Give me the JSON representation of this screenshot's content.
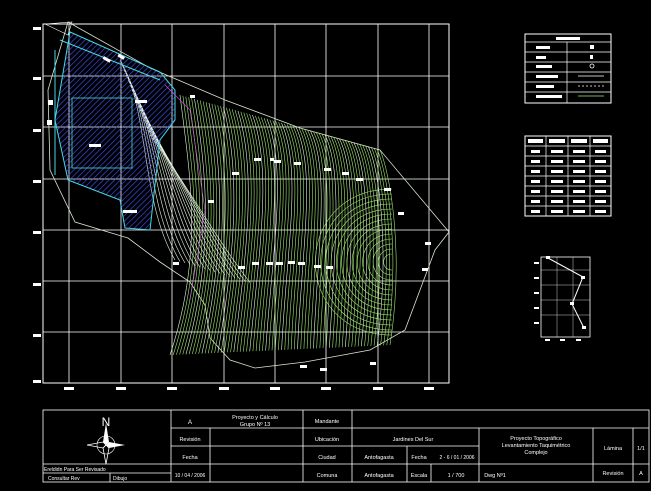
{
  "title_block": {
    "revision_letter": "A",
    "project_line1": "Proyecto y Cálculo",
    "project_line2": "Grupo Nº 13",
    "mandante_label": "Mandante",
    "revision_label": "Revisión",
    "ubicacion_label": "Ubicación",
    "location_name": "Jardines Del Sur",
    "fecha_label": "Fecha",
    "ciudad_label": "Ciudad",
    "ciudad_value": "Antofagasta",
    "fecha_label2": "Fecha",
    "fecha_value": "2 - 6 / 01 / 2006",
    "date_left": "10 / 04 / 2006",
    "comuna_label": "Comuna",
    "comuna_value": "Antofagasta",
    "escala_label": "Escala",
    "escala_value": "1 / 700",
    "dwg_label": "Dwg Nº1",
    "desc_line1": "Proyecto Topográfico",
    "desc_line2": "Levantamiento Taquimétrico",
    "desc_line3": "Complejo",
    "lamina_label": "Lámina",
    "lamina_value": "1/1",
    "revision_label2": "Revisión",
    "revision_value2": "A",
    "signer1": "Ereldidn Para Ser Revisado",
    "signer2": "Consultar Rev",
    "dibujo_label": "Dibujo",
    "north_letter": "N"
  },
  "colors": {
    "background": "#000000",
    "grid": "#ffffff",
    "contour_green": "#9fe870",
    "contour_white": "#e6f5e0",
    "hatch_blue": "#2f3fd8",
    "boundary_cyan": "#46d7e8",
    "magenta": "#d050e0"
  }
}
